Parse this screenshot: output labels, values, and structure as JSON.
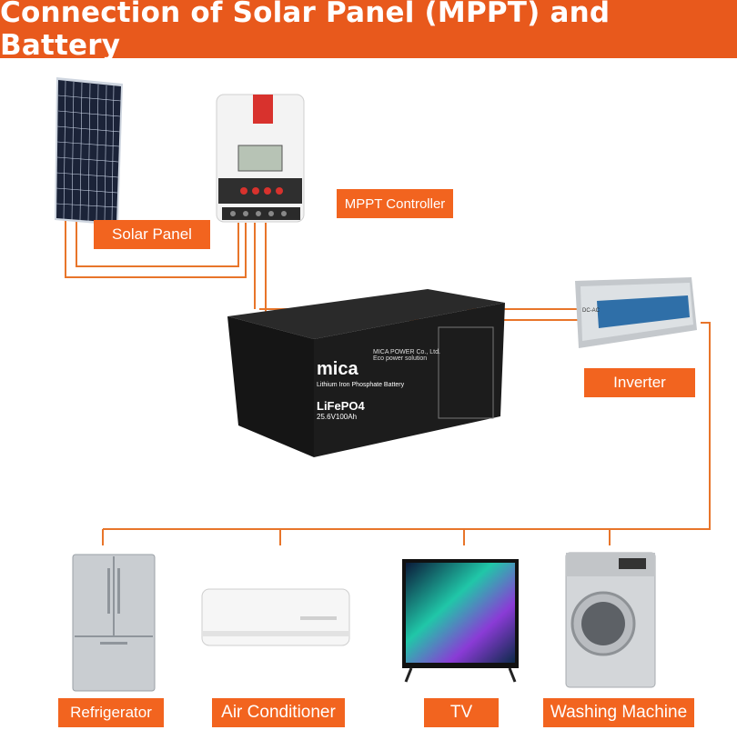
{
  "title": "Connection of Solar Panel (MPPT) and Battery",
  "labels": {
    "solar_panel": "Solar Panel",
    "mppt_controller": "MPPT Controller",
    "inverter": "Inverter",
    "refrigerator": "Refrigerator",
    "air_conditioner": "Air Conditioner",
    "tv": "TV",
    "washing_machine": "Washing Machine"
  },
  "battery": {
    "brand": "mica",
    "company": "MICA POWER Co., Ltd.",
    "slogan": "Eco power solution",
    "type": "Lithium Iron Phosphate Battery",
    "chemistry": "LiFePO4",
    "rating": "25.6V100Ah"
  },
  "inverter_text": "DC-AC",
  "colors": {
    "accent": "#f2641f",
    "title_bar": "#e8591c",
    "wire": "#e8752a",
    "battery_body": "#1c1c1c"
  }
}
